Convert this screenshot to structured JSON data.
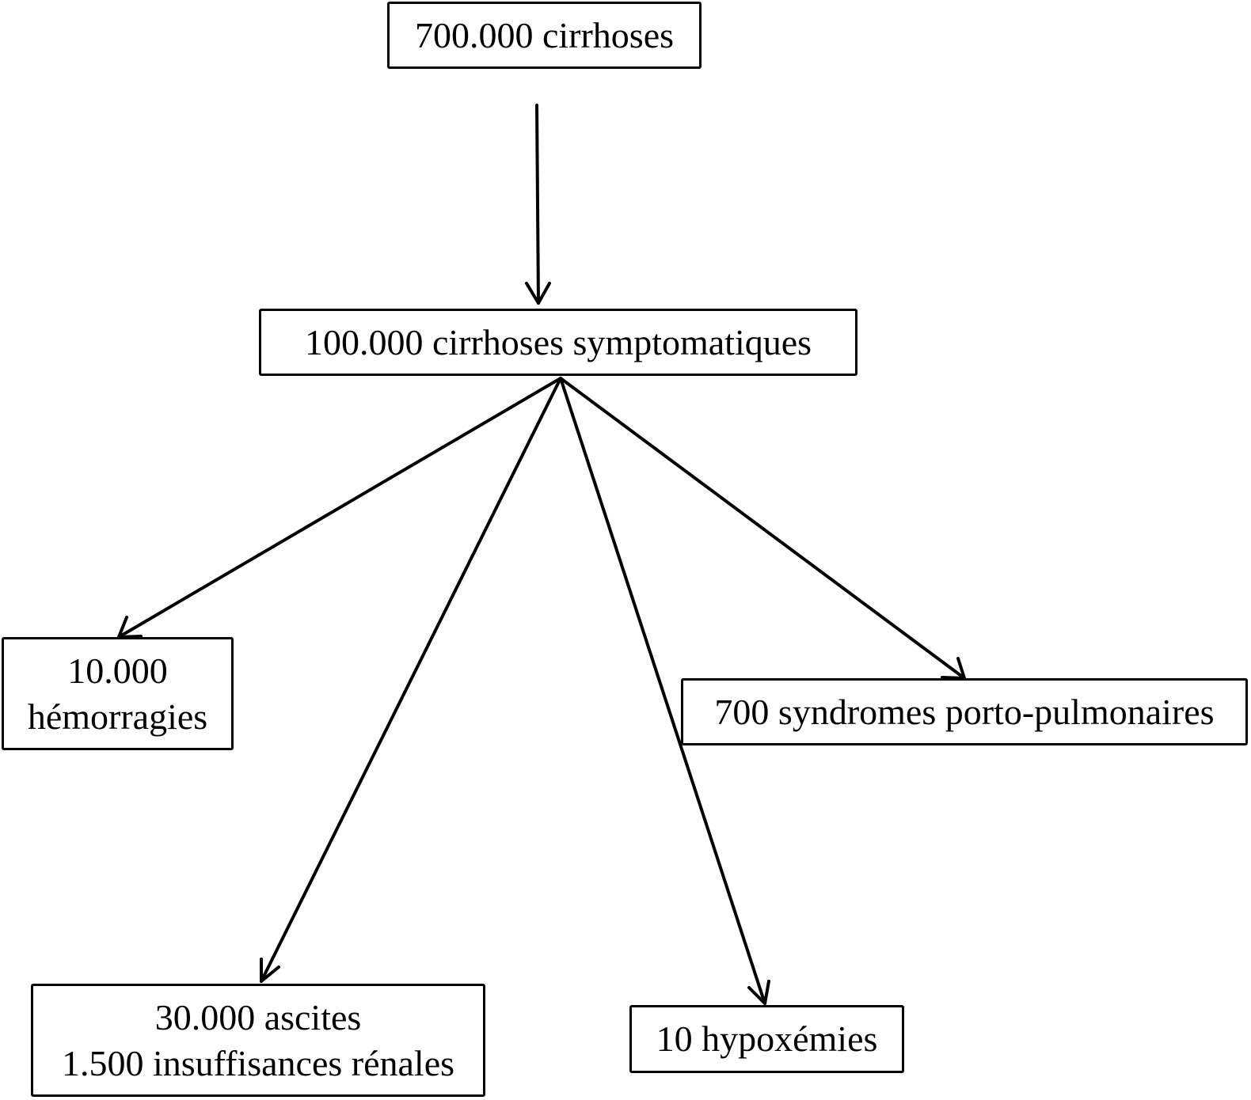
{
  "diagram": {
    "nodes": {
      "root": {
        "lines": [
          "700.000 cirrhoses"
        ]
      },
      "symptomatic": {
        "lines": [
          "100.000 cirrhoses symptomatiques"
        ]
      },
      "hemorrhage": {
        "lines": [
          "10.000",
          "hémorragies"
        ]
      },
      "ascites": {
        "lines": [
          "30.000 ascites",
          "1.500 insuffisances rénales"
        ]
      },
      "hypoxemia": {
        "lines": [
          "10 hypoxémies"
        ]
      },
      "portopulmonary": {
        "lines": [
          "700 syndromes porto-pulmonaires"
        ]
      }
    },
    "edges": [
      {
        "from": "root",
        "to": "symptomatic"
      },
      {
        "from": "symptomatic",
        "to": "hemorrhage"
      },
      {
        "from": "symptomatic",
        "to": "ascites"
      },
      {
        "from": "symptomatic",
        "to": "hypoxemia"
      },
      {
        "from": "symptomatic",
        "to": "portopulmonary"
      }
    ],
    "colors": {
      "stroke": "#000000",
      "background": "#ffffff"
    }
  }
}
